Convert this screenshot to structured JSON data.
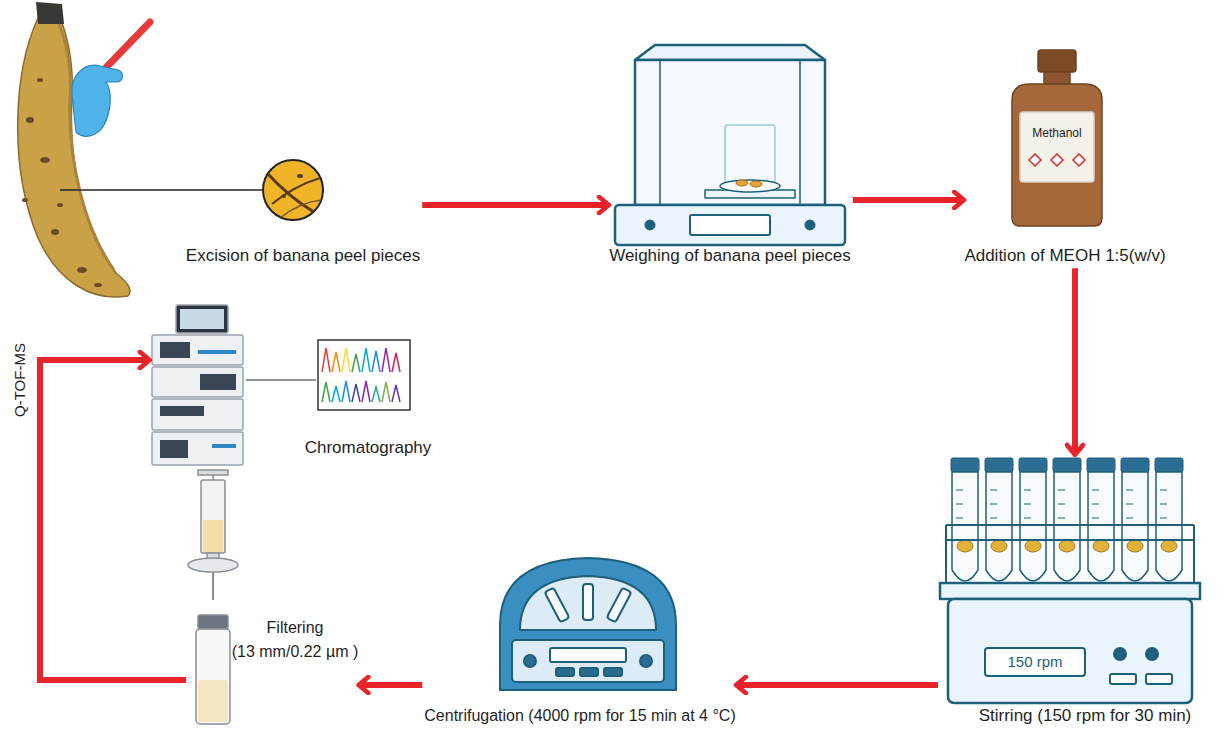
{
  "diagram": {
    "nodes": [
      {
        "text": [
          "Excision of banana peel pieces"
        ]
      },
      {
        "text": [
          "Weighing of banana peel pieces"
        ]
      },
      {
        "text": [
          "Addition of MEOH 1:5(w/v)"
        ]
      },
      {
        "text": [
          "Stirring (150 rpm for 30 min)"
        ]
      },
      {
        "text": [
          "Centrifugation (4000 rpm for 15 min at 4 °C)"
        ]
      },
      {
        "text": [
          "Filtering",
          "(13 mm/0.22 µm )"
        ]
      },
      {
        "text": [
          "Chromatography"
        ]
      }
    ],
    "edges": [
      {
        "from": 0,
        "to": 1,
        "arrow": "to"
      },
      {
        "from": 1,
        "to": 2,
        "arrow": "to"
      },
      {
        "from": 2,
        "to": 3,
        "arrow": "to"
      },
      {
        "from": 3,
        "to": 4,
        "arrow": "to"
      },
      {
        "from": 4,
        "to": 5,
        "arrow": "to"
      },
      {
        "from": 5,
        "to": 6,
        "arrow": "to",
        "label": "Q-TOF-MS"
      }
    ],
    "labels": [
      "Methanol",
      "150 rpm"
    ]
  }
}
